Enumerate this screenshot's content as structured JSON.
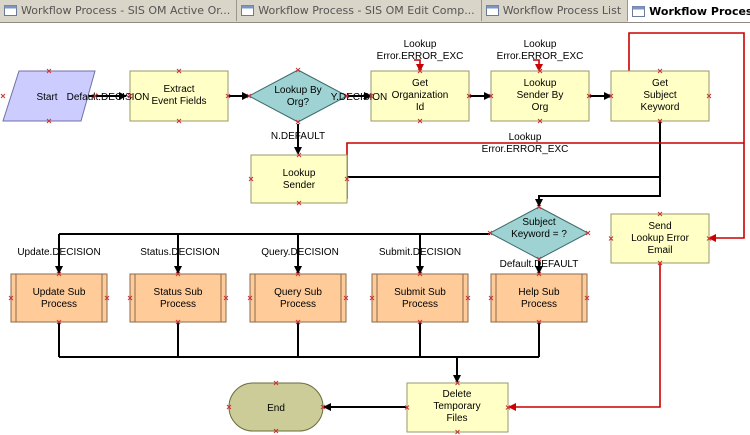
{
  "tabs": [
    {
      "label": "Workflow Process - SIS OM Active Or...",
      "active": false,
      "icon": "workflow-doc-icon"
    },
    {
      "label": "Workflow Process - SIS OM Edit Comp...",
      "active": false,
      "icon": "workflow-doc-icon"
    },
    {
      "label": "Workflow Process List",
      "active": false,
      "icon": "workflow-doc-icon"
    },
    {
      "label": "Workflow Process - eMail Res",
      "active": true,
      "icon": "workflow-doc-icon"
    }
  ],
  "diagram": {
    "nodes": {
      "start": [
        "Start"
      ],
      "extract": [
        "Extract",
        "Event Fields"
      ],
      "lookup_org": [
        "Lookup By",
        "Org?"
      ],
      "get_org": [
        "Get",
        "Organization",
        "Id"
      ],
      "lookup_sender_org": [
        "Lookup",
        "Sender By",
        "Org"
      ],
      "get_subject": [
        "Get",
        "Subject",
        "Keyword"
      ],
      "lookup_sender": [
        "Lookup",
        "Sender"
      ],
      "subject_keyword": [
        "Subject",
        "Keyword = ?"
      ],
      "send_error": [
        "Send",
        "Lookup Error",
        "Email"
      ],
      "update_sub": [
        "Update Sub",
        "Process"
      ],
      "status_sub": [
        "Status Sub",
        "Process"
      ],
      "query_sub": [
        "Query Sub",
        "Process"
      ],
      "submit_sub": [
        "Submit Sub",
        "Process"
      ],
      "help_sub": [
        "Help Sub",
        "Process"
      ],
      "delete_temp": [
        "Delete",
        "Temporary",
        "Files"
      ],
      "end": [
        "End"
      ]
    },
    "edges": {
      "default_decision": "Default.DECISION",
      "y_decision": "Y.DECISION",
      "n_default": "N.DEFAULT",
      "lookup_error_1": [
        "Lookup",
        "Error.ERROR_EXC"
      ],
      "lookup_error_2": [
        "Lookup",
        "Error.ERROR_EXC"
      ],
      "lookup_error_3": [
        "Lookup",
        "Error.ERROR_EXC"
      ],
      "update_decision": "Update.DECISION",
      "status_decision": "Status.DECISION",
      "query_decision": "Query.DECISION",
      "submit_decision": "Submit.DECISION",
      "default_default": "Default.DEFAULT"
    }
  }
}
